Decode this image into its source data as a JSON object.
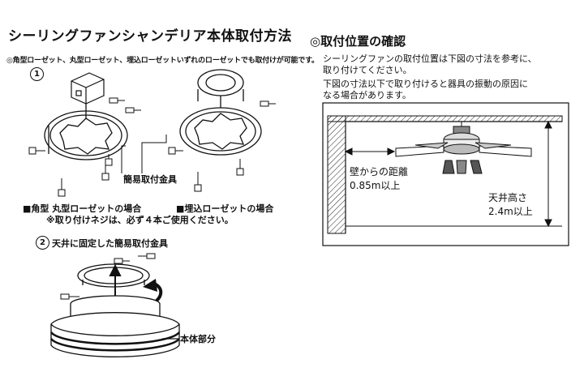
{
  "header": {
    "title": "シーリングファンシャンデリア本体取付方法",
    "note": "◎角型ローゼット、丸型ローゼット、埋込ローゼットいずれのローゼットでも取付けが可能です。"
  },
  "step1": {
    "number": "1",
    "bracket_label": "簡易取付金具",
    "caption_square": "■角型 丸型ローゼットの場合",
    "caption_buried": "■埋込ローゼットの場合",
    "caption_screw": "※取り付けネジは、必ず４本ご使用ください。"
  },
  "step2": {
    "number": "2",
    "text": "天井に固定した簡易取付金具",
    "body_label": "本体部分"
  },
  "position_section": {
    "title": "◎取付位置の確認",
    "lines": [
      "シーリングファンの取付位置は下図の寸法を参考に、",
      "取り付けてください。",
      "下図の寸法以下で取り付けると器具の振動の原因に",
      "なる場合があります。"
    ],
    "wall_label": "壁からの距離",
    "wall_value": "0.85m以上",
    "ceiling_label": "天井高さ",
    "ceiling_value": "2.4m以上"
  }
}
